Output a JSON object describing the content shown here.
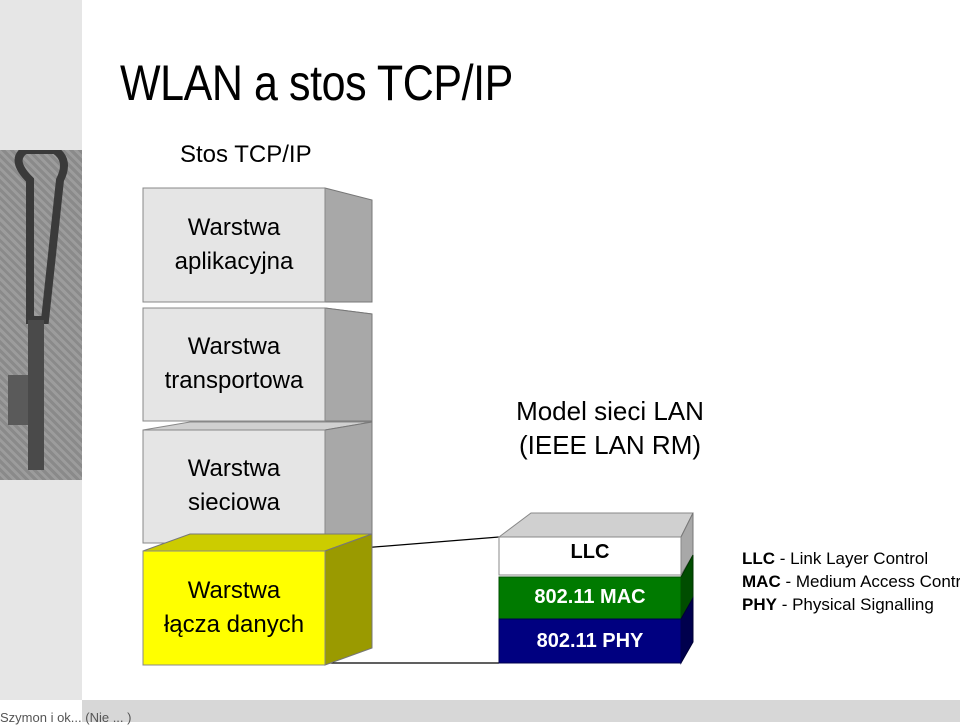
{
  "title": "WLAN a stos TCP/IP",
  "stack": {
    "heading": "Stos TCP/IP",
    "layers": [
      {
        "line1": "Warstwa",
        "line2": "aplikacyjna"
      },
      {
        "line1": "Warstwa",
        "line2": "transportowa"
      },
      {
        "line1": "Warstwa",
        "line2": "sieciowa"
      },
      {
        "line1": "Warstwa",
        "line2": "łącza danych"
      }
    ]
  },
  "model": {
    "line1": "Model sieci LAN",
    "line2": "(IEEE LAN RM)",
    "layers": [
      "LLC",
      "802.11 MAC",
      "802.11 PHY"
    ]
  },
  "legend": [
    {
      "abbr": "LLC",
      "desc": " - Link Layer Control"
    },
    {
      "abbr": "MAC",
      "desc": " - Medium Access Control"
    },
    {
      "abbr": "PHY",
      "desc": " - Physical Signalling"
    }
  ],
  "footer": "Szymon i ok... (Nie ... )",
  "colors": {
    "gray_face": "#e5e5e5",
    "gray_side": "#a8a8a8",
    "yellow_face": "#ffff00",
    "yellow_side": "#9a9a00",
    "green_face": "#007a00",
    "green_side": "#004d00",
    "navy_face": "#000080",
    "navy_side": "#00004d"
  }
}
